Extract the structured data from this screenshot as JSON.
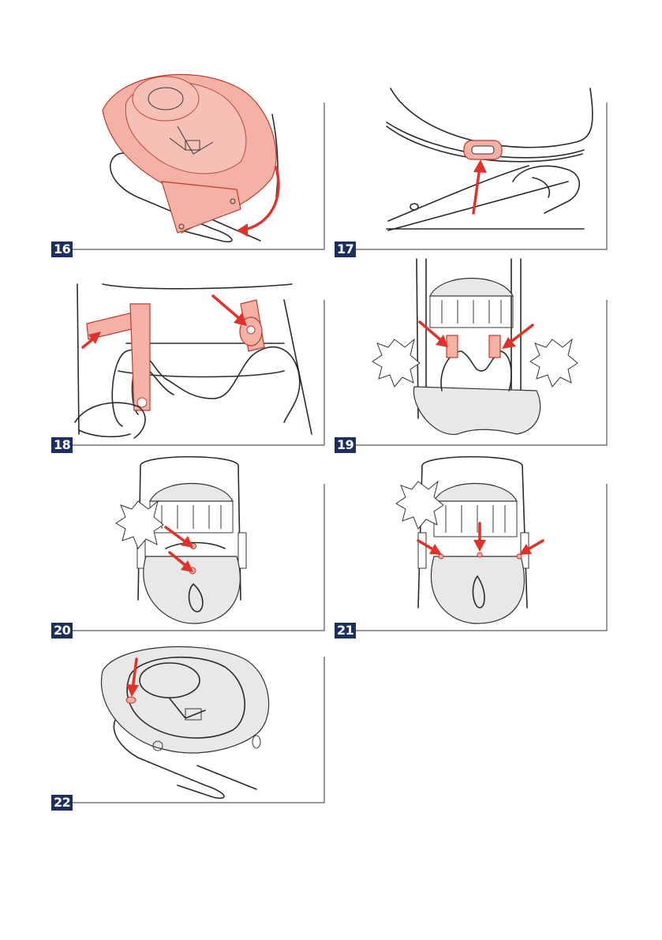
{
  "figures": [
    {
      "id": "16",
      "label": "16"
    },
    {
      "id": "17",
      "label": "17"
    },
    {
      "id": "18",
      "label": "18"
    },
    {
      "id": "19",
      "label": "19"
    },
    {
      "id": "20",
      "label": "20"
    },
    {
      "id": "21",
      "label": "21"
    },
    {
      "id": "22",
      "label": "22"
    }
  ],
  "colors": {
    "label_bg": "#1c2f5e",
    "label_text": "#ffffff",
    "highlight": "#f5b1a6",
    "arrow": "#e0312a"
  }
}
